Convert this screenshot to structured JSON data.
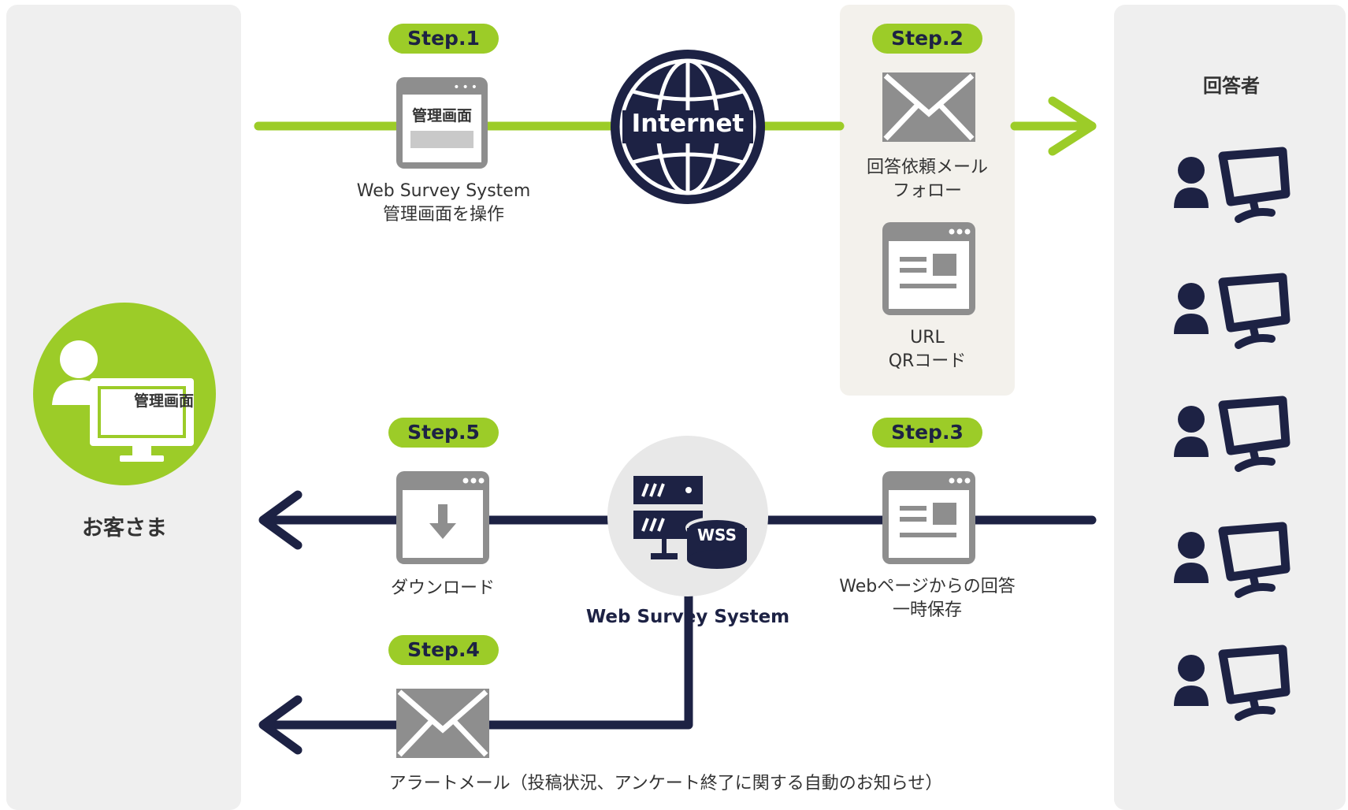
{
  "customer": {
    "label": "お客さま",
    "screen_label": "管理画面"
  },
  "respondents": {
    "label": "回答者",
    "count": 5
  },
  "step1": {
    "badge": "Step.1",
    "window_label": "管理画面",
    "caption_line1": "Web Survey System",
    "caption_line2": "管理画面を操作"
  },
  "internet": {
    "label": "Internet"
  },
  "step2": {
    "badge": "Step.2",
    "mail_caption_line1": "回答依頼メール",
    "mail_caption_line2": "フォロー",
    "url_caption_line1": "URL",
    "url_caption_line2": "QRコード"
  },
  "step3": {
    "badge": "Step.3",
    "caption_line1": "Webページからの回答",
    "caption_line2": "一時保存"
  },
  "server": {
    "badge_text": "WSS",
    "caption": "Web Survey System"
  },
  "step4": {
    "badge": "Step.4",
    "caption": "アラートメール（投稿状況、アンケート終了に関する自動のお知らせ）"
  },
  "step5": {
    "badge": "Step.5",
    "caption": "ダウンロード"
  },
  "colors": {
    "green": "#9ccc28",
    "navy": "#1d2244",
    "gray_icon": "#8e8e8e",
    "panel_bg": "#efefef"
  }
}
